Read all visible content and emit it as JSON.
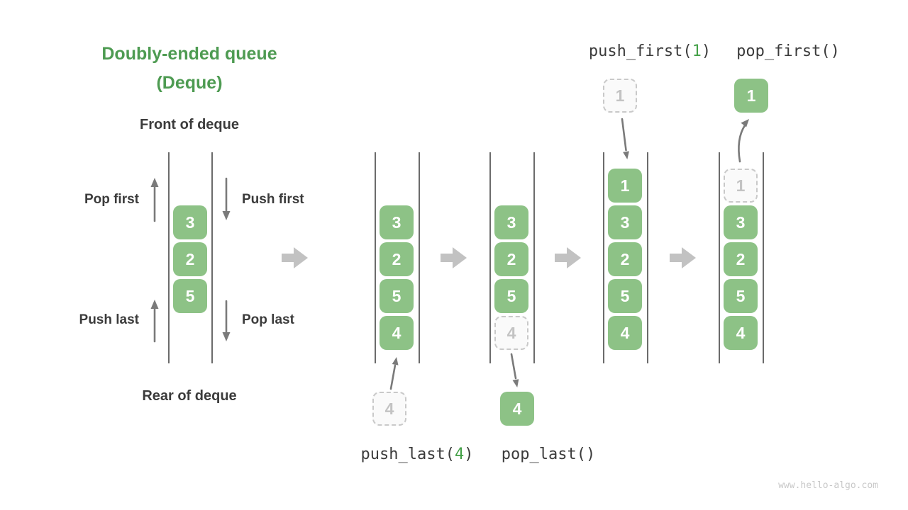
{
  "title": {
    "line1": "Doubly-ended queue",
    "line2": "(Deque)"
  },
  "labels": {
    "front": "Front of deque",
    "rear": "Rear of deque",
    "pop_first": "Pop first",
    "push_first": "Push first",
    "push_last": "Push last",
    "pop_last": "Pop last"
  },
  "operations": {
    "push_last": {
      "prefix": "push_last(",
      "arg": "4",
      "suffix": ")"
    },
    "pop_last": {
      "label": "pop_last()"
    },
    "push_first": {
      "prefix": "push_first(",
      "arg": "1",
      "suffix": ")"
    },
    "pop_first": {
      "label": "pop_first()"
    }
  },
  "queues": {
    "example": {
      "cells": [
        {
          "v": "3",
          "ghost": false
        },
        {
          "v": "2",
          "ghost": false
        },
        {
          "v": "5",
          "ghost": false
        }
      ]
    },
    "step1": {
      "cells": [
        {
          "v": "3",
          "ghost": false
        },
        {
          "v": "2",
          "ghost": false
        },
        {
          "v": "5",
          "ghost": false
        },
        {
          "v": "4",
          "ghost": false
        }
      ]
    },
    "step2": {
      "cells": [
        {
          "v": "3",
          "ghost": false
        },
        {
          "v": "2",
          "ghost": false
        },
        {
          "v": "5",
          "ghost": false
        },
        {
          "v": "4",
          "ghost": true
        }
      ]
    },
    "step3": {
      "cells": [
        {
          "v": "1",
          "ghost": false
        },
        {
          "v": "3",
          "ghost": false
        },
        {
          "v": "2",
          "ghost": false
        },
        {
          "v": "5",
          "ghost": false
        },
        {
          "v": "4",
          "ghost": false
        }
      ]
    },
    "step4": {
      "cells": [
        {
          "v": "1",
          "ghost": true
        },
        {
          "v": "3",
          "ghost": false
        },
        {
          "v": "2",
          "ghost": false
        },
        {
          "v": "5",
          "ghost": false
        },
        {
          "v": "4",
          "ghost": false
        }
      ]
    }
  },
  "floating_cells": {
    "push_last_input": "4",
    "pop_last_output": "4",
    "push_first_input": "1",
    "pop_first_output": "1"
  },
  "watermark": "www.hello-algo.com",
  "colors": {
    "green": "#8DC286",
    "green-dark": "#4E9B52",
    "green-accent": "#43A047",
    "text-dark": "#3B3B3B",
    "arrow-gray": "#7A7A7A",
    "block-arrow": "#C2C2C2",
    "wall": "#6B6B6B",
    "ghost-border": "#C9C9C9",
    "ghost-bg": "#FAFAFA",
    "ghost-text": "#C3C3C3",
    "watermark": "#C8C8C8"
  }
}
